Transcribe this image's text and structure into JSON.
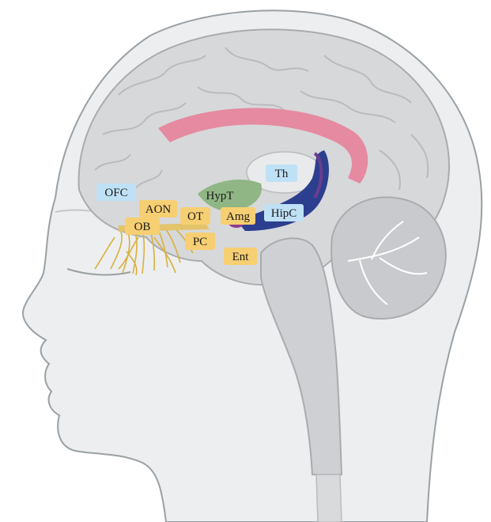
{
  "colors": {
    "head_fill": "#eceeef",
    "head_outline": "#9aa0a4",
    "brain_fill": "#d7d8da",
    "brain_outline": "#a9abae",
    "corpus_callosum": "#e58aa1",
    "olfactory_label_bg": "#f6cf72",
    "limbic_label_bg": "#bfe1f6",
    "olfactory_nerve": "#d9b13f",
    "hypothalamus": "#8fb684",
    "hippocampus": "#2c3f8f",
    "amygdala": "#8e3d8e",
    "thalamus": "#e9eaeb"
  },
  "labels": {
    "ofc": "OFC",
    "aon": "AON",
    "ob": "OB",
    "ot": "OT",
    "hypt": "HypT",
    "amg": "Amg",
    "pc": "PC",
    "ent": "Ent",
    "th": "Th",
    "hipc": "HipC"
  }
}
